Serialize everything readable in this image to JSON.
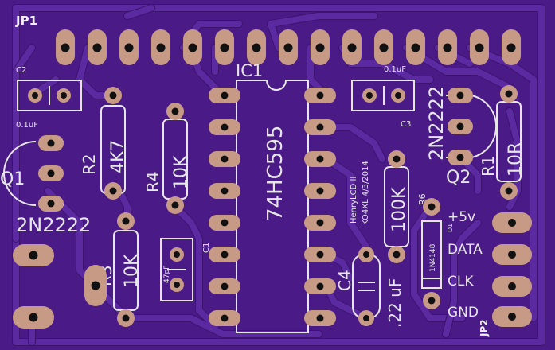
{
  "board": {
    "colors": {
      "substrate": "#4a1a86",
      "trace": "#5b2aa0",
      "pad": "#c79a86",
      "silk": "#e6e6e6",
      "drill": "#111111"
    }
  },
  "labels": {
    "jp1": "JP1",
    "jp2": "JP2",
    "ic1": "IC1",
    "ic1_part": "74HC595",
    "c2": "C2",
    "c2_val": "0.1uF",
    "c3": "C3",
    "c3_val": "0.1uF",
    "c1": "C1",
    "c1_val": "47pF",
    "c4": "C4",
    "c4_val": ".22 uF",
    "q1": "Q1",
    "q1_part": "2N2222",
    "q2": "Q2",
    "q2_part": "2N2222",
    "r1": "R1",
    "r1_val": "10R",
    "r2": "R2",
    "r2_val": "4K7",
    "r3": "R3",
    "r3_val": "10K",
    "r4": "R4",
    "r4_val": "10K",
    "r6": "R6",
    "r6_val": "100K",
    "d1": "D1",
    "d1_part": "1N4148",
    "credit_line1": "HenryLCD II",
    "credit_line2": "KO4XL 4/3/2014",
    "pin_5v": "+5v",
    "pin_data": "DATA",
    "pin_clk": "CLK",
    "pin_gnd": "GND"
  }
}
